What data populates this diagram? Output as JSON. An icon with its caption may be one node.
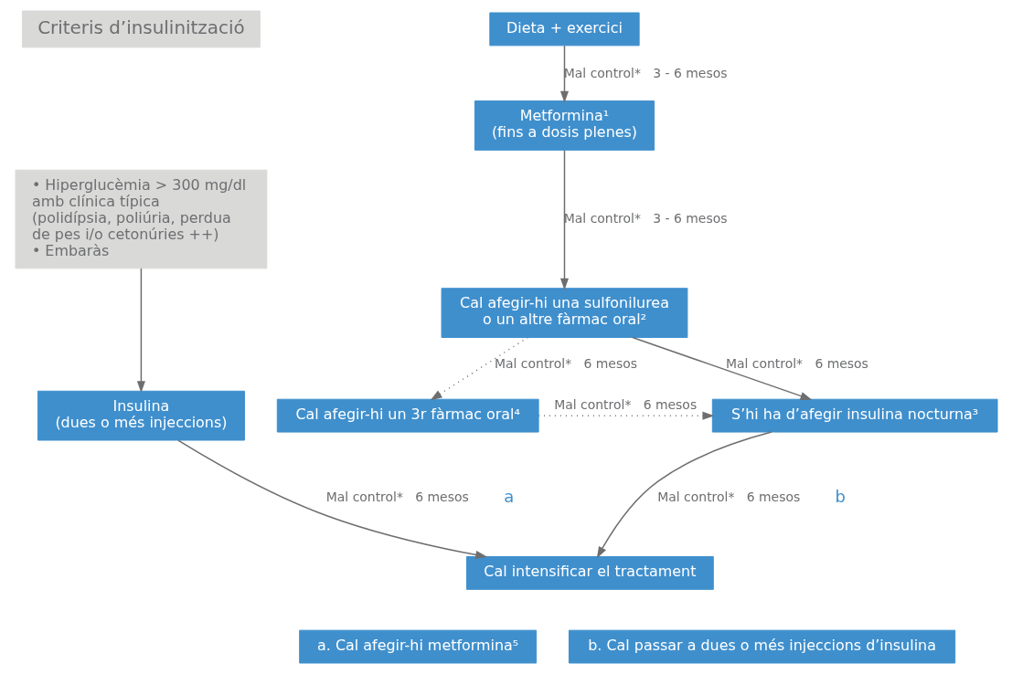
{
  "diagram": {
    "nodes": [
      {
        "text": [
          "Criteris d’insulinització"
        ]
      },
      {
        "text": [
          "• Hiperglucèmia > 300 mg/dl amb clínica típica (polidípsia, poliúria, perdua de pes i/o cetonúries ++)",
          "• Embaràs"
        ]
      },
      {
        "text": [
          "Dieta + exercici"
        ]
      },
      {
        "text": [
          "Metformina¹",
          "(fins a dosis plenes)"
        ]
      },
      {
        "text": [
          "Cal afegir-hi una sulfonilurea",
          "o un altre fàrmac oral²"
        ]
      },
      {
        "text": [
          "Cal afegir-hi un 3r fàrmac oral⁴"
        ]
      },
      {
        "text": [
          "Insulina",
          "(dues o més injeccions)"
        ]
      },
      {
        "text": [
          "S’hi ha d’afegir insulina nocturna³"
        ]
      },
      {
        "text": [
          "Cal intensificar el tractament"
        ]
      },
      {
        "text": [
          "a. Cal afegir-hi metformina⁵"
        ]
      },
      {
        "text": [
          "b. Cal passar a dues o més injeccions d’insulina"
        ]
      }
    ],
    "edges": [
      {
        "from": 2,
        "to": 3,
        "arrow": "to",
        "label": "Mal control*   3 - 6 mesos"
      },
      {
        "from": 3,
        "to": 4,
        "arrow": "to",
        "label": "Mal control*   3 - 6 mesos"
      },
      {
        "from": 4,
        "to": 5,
        "arrow": "to",
        "label": "Mal control*   6 mesos",
        "style": "dashed"
      },
      {
        "from": 1,
        "to": 6,
        "arrow": "to"
      },
      {
        "from": 4,
        "to": 7,
        "arrow": "to",
        "label": "Mal control*   6 mesos"
      },
      {
        "from": 5,
        "to": 7,
        "arrow": "to",
        "label": "Mal control*   6 mesos",
        "style": "dashed"
      },
      {
        "from": 6,
        "to": 8,
        "arrow": "to",
        "label": "Mal control*   6 mesos"
      },
      {
        "from": 7,
        "to": 8,
        "arrow": "to",
        "label": "Mal control*   6 mesos"
      }
    ],
    "labels": [
      "a",
      "b"
    ]
  }
}
